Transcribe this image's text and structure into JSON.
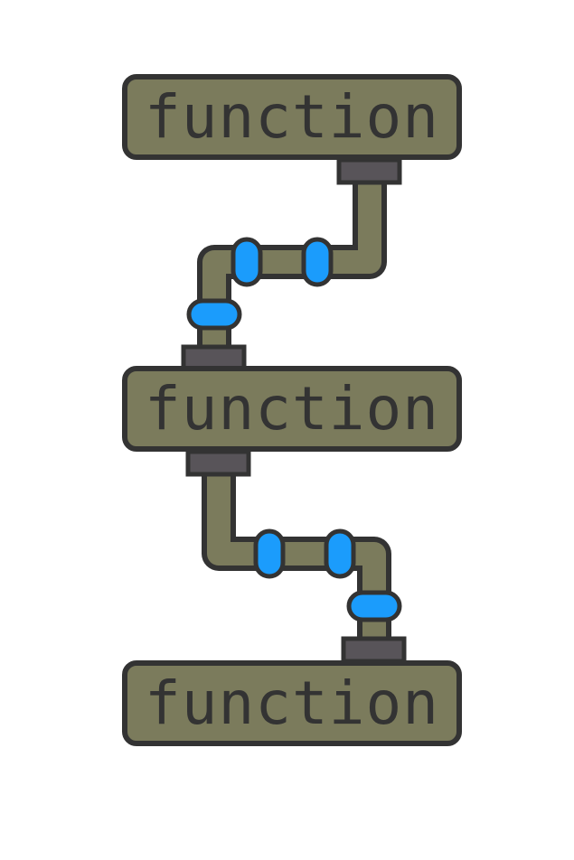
{
  "diagram": {
    "blocks": [
      {
        "label": "function"
      },
      {
        "label": "function"
      },
      {
        "label": "function"
      }
    ]
  },
  "colors": {
    "block_fill": "#7b7b5c",
    "outline": "#333333",
    "connector": "#585459",
    "coupling": "#1b9cfc"
  }
}
